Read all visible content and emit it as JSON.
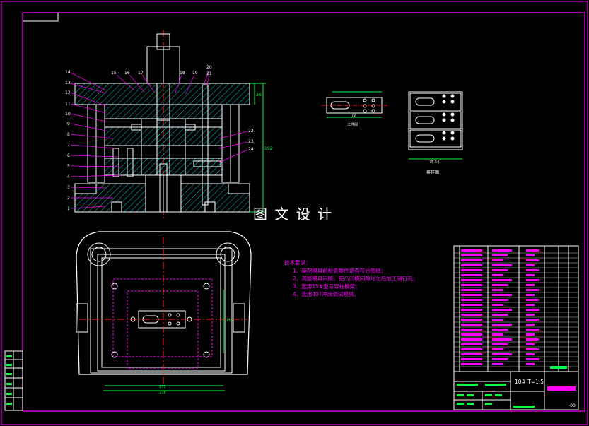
{
  "watermark": "图 文 设 计",
  "tech_requirements": {
    "title": "技术要求：",
    "items": [
      "1、装配模具前检查零件是否符合图纸；",
      "2、调整模具间隙，使凸凹模间隙均匀后加工销钉孔；",
      "3、选用15#型号导柱模架；",
      "4、选用40T冲床调试模具。"
    ]
  },
  "workpiece_view": {
    "label": "工件图",
    "dim": "72"
  },
  "strip_view": {
    "label": "排样图",
    "dim": "75.54"
  },
  "section_view": {
    "part_numbers_left": [
      "14",
      "13",
      "12",
      "11",
      "10",
      "9",
      "8",
      "7",
      "6",
      "5",
      "4",
      "3",
      "2",
      "1"
    ],
    "part_numbers_top": [
      "15",
      "16",
      "17",
      "18",
      "19",
      "20",
      "21"
    ],
    "part_numbers_right": [
      "22",
      "23",
      "24"
    ],
    "dim_height": "192",
    "dim_top": "36"
  },
  "plan_view": {
    "dim_w1": "275",
    "dim_w2": "278",
    "dim_h": "155"
  },
  "title_block": {
    "material_note": "10# T=1.5",
    "drawing_no": "-00"
  },
  "colors": {
    "background": "#000000",
    "frame": "#ff00ff",
    "lines": "#ffffff",
    "centerline": "#ff2020",
    "dims": "#00ff40",
    "hatch": "#00c8c8",
    "text": "#ffffff"
  }
}
